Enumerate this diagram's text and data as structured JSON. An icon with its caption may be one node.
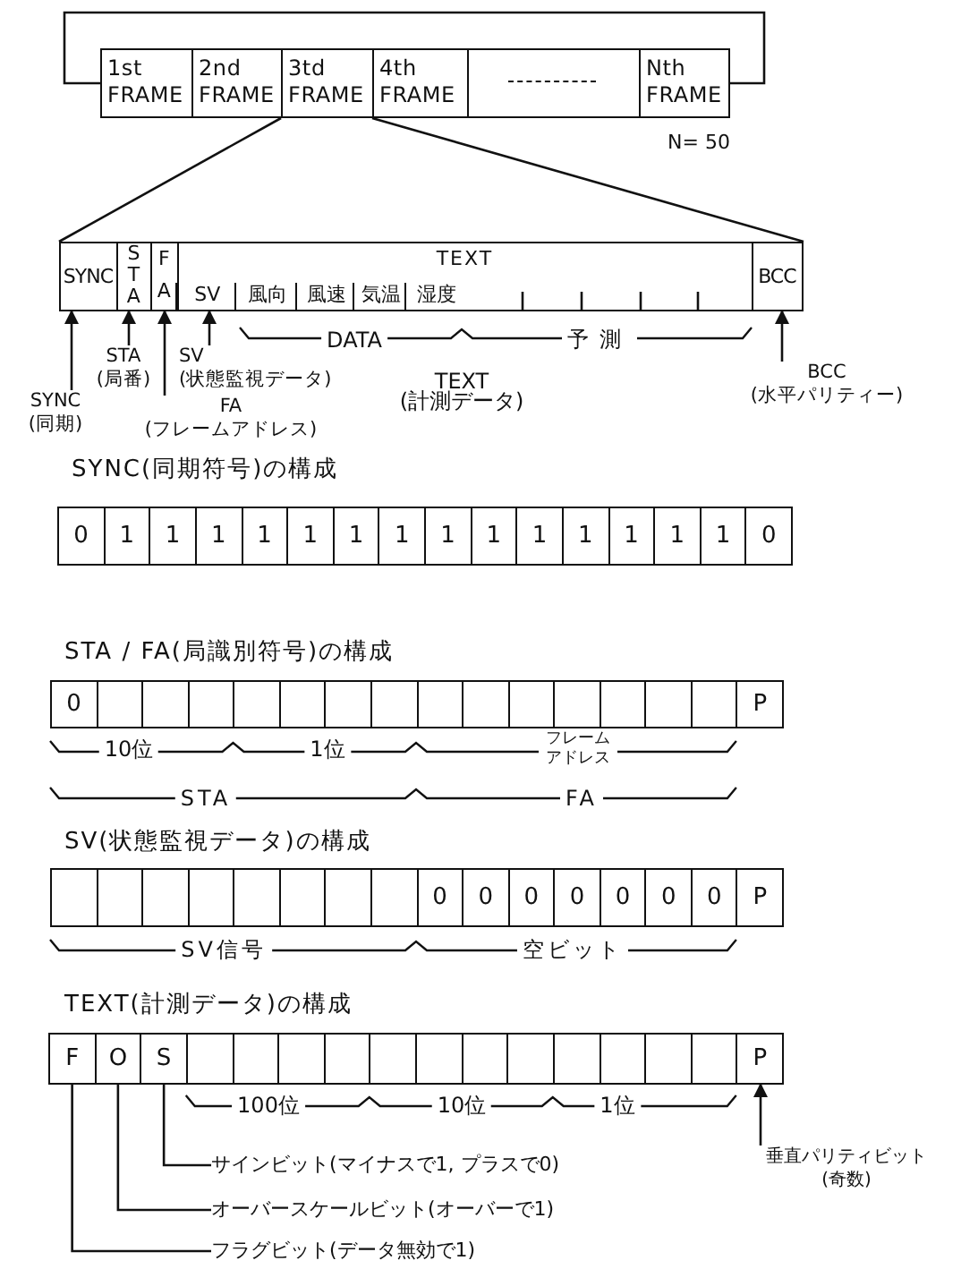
{
  "diagram": {
    "nodes": [
      {
        "text": [
          "1st FRAME"
        ]
      },
      {
        "text": [
          "2nd FRAME"
        ]
      },
      {
        "text": [
          "3td FRAME"
        ]
      },
      {
        "text": [
          "4th FRAME"
        ]
      },
      {
        "text": [],
        "shape": "box"
      },
      {
        "text": [
          "Nth FRAME"
        ],
        "beside": [
          "N= 50"
        ]
      },
      {
        "text": [],
        "shape": "box"
      },
      {
        "text": [
          "SYNC"
        ],
        "in": 6
      },
      {
        "text": [
          "STA"
        ],
        "in": 6
      },
      {
        "text": [
          "FA"
        ],
        "in": 6
      },
      {
        "text": [
          "TEXT"
        ],
        "in": 6
      },
      {
        "text": [
          "SV"
        ],
        "in": 10
      },
      {
        "text": [
          "風向"
        ],
        "in": 10
      },
      {
        "text": [
          "風速"
        ],
        "in": 10
      },
      {
        "text": [
          "気温"
        ],
        "in": 10
      },
      {
        "text": [
          "湿度"
        ],
        "in": 10
      },
      {
        "text": [
          "BCC"
        ],
        "in": 6
      },
      {
        "text": [
          "SYNC (同期)"
        ]
      },
      {
        "text": [
          "STA (局番)"
        ]
      },
      {
        "text": [
          "FA (フレームアドレス)"
        ]
      },
      {
        "text": [
          "SV (状態監視データ)"
        ]
      },
      {
        "text": [
          "BCC (水平パリティー)"
        ]
      },
      {
        "text": [
          "F"
        ]
      },
      {
        "text": [
          "O"
        ]
      },
      {
        "text": [
          "S"
        ]
      },
      {
        "text": [
          "P"
        ]
      },
      {
        "text": [
          "サインビット(マイナスで1, プラスで0)"
        ]
      },
      {
        "text": [
          "オーバースケールビット(オーバーで1)"
        ]
      },
      {
        "text": [
          "フラグビット(データ無効で1)"
        ]
      },
      {
        "text": [
          "垂直パリティビット (奇数)"
        ]
      }
    ],
    "edges": [
      {
        "from": 5,
        "to": 0,
        "arrow": "none"
      },
      {
        "from": 2,
        "to": 6,
        "arrow": "none"
      },
      {
        "from": 2,
        "to": 6,
        "arrow": "none"
      },
      {
        "from": 17,
        "to": 7,
        "arrow": "to"
      },
      {
        "from": 18,
        "to": 8,
        "arrow": "to"
      },
      {
        "from": 19,
        "to": 9,
        "arrow": "to"
      },
      {
        "from": 20,
        "to": 11,
        "arrow": "to"
      },
      {
        "from": 21,
        "to": 16,
        "arrow": "to"
      },
      {
        "from": 26,
        "to": 24,
        "arrow": "none"
      },
      {
        "from": 27,
        "to": 23,
        "arrow": "none"
      },
      {
        "from": 28,
        "to": 22,
        "arrow": "none"
      },
      {
        "from": 29,
        "to": 25,
        "arrow": "to"
      }
    ],
    "labels": [
      "DATA",
      "予測",
      "TEXT (計測データ)",
      "SYNC(同期符号)の構成",
      "0",
      "1",
      "1",
      "1",
      "1",
      "1",
      "1",
      "1",
      "1",
      "1",
      "1",
      "1",
      "1",
      "1",
      "1",
      "0",
      "STA / FA(局識別符号)の構成",
      "0",
      "P",
      "10位",
      "1位",
      "フレームアドレス",
      "STA",
      "FA",
      "SV(状態監視データ)の構成",
      "0",
      "0",
      "0",
      "0",
      "0",
      "0",
      "0",
      "P",
      "SV信号",
      "空ビット",
      "TEXT(計測データ)の構成",
      "100位",
      "10位",
      "1位"
    ]
  }
}
